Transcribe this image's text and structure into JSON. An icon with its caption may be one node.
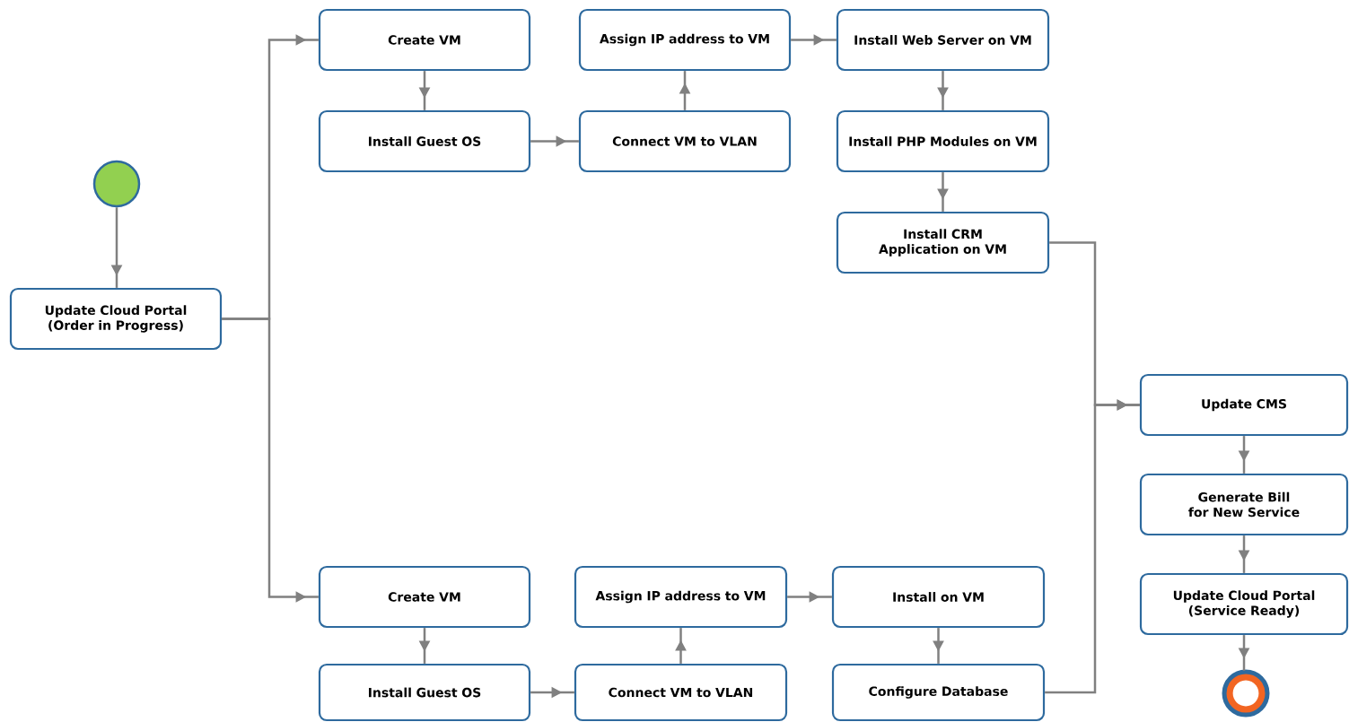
{
  "diagram": {
    "nodes": [
      {
        "text": [],
        "shape": "circle"
      },
      {
        "text": [
          "Update Cloud Portal (Order in Progress)"
        ]
      },
      {
        "text": [
          "Create VM"
        ]
      },
      {
        "text": [
          "Install Guest OS"
        ]
      },
      {
        "text": [
          "Assign IP address to VM"
        ]
      },
      {
        "text": [
          "Connect VM to VLAN"
        ]
      },
      {
        "text": [
          "Install Web Server on VM"
        ]
      },
      {
        "text": [
          "Install PHP Modules on VM"
        ]
      },
      {
        "text": [
          "Install CRM Application on VM"
        ]
      },
      {
        "text": [
          "Update CMS"
        ]
      },
      {
        "text": [
          "Generate Bill for New Service"
        ]
      },
      {
        "text": [
          "Update Cloud Portal (Service Ready)"
        ]
      },
      {
        "text": [],
        "shape": "circle"
      },
      {
        "text": [
          "Create VM"
        ]
      },
      {
        "text": [
          "Install Guest OS"
        ]
      },
      {
        "text": [
          "Assign IP address to VM"
        ]
      },
      {
        "text": [
          "Connect VM to VLAN"
        ]
      },
      {
        "text": [
          "Install on VM"
        ]
      },
      {
        "text": [
          "Configure Database"
        ]
      }
    ],
    "edges": [
      {
        "from": 0,
        "to": 1,
        "arrow": "to"
      },
      {
        "from": 1,
        "to": 2,
        "arrow": "to"
      },
      {
        "from": 1,
        "to": 13,
        "arrow": "to"
      },
      {
        "from": 2,
        "to": 3,
        "arrow": "to"
      },
      {
        "from": 3,
        "to": 5,
        "arrow": "to"
      },
      {
        "from": 5,
        "to": 4,
        "arrow": "to"
      },
      {
        "from": 4,
        "to": 6,
        "arrow": "to"
      },
      {
        "from": 6,
        "to": 7,
        "arrow": "to"
      },
      {
        "from": 7,
        "to": 8,
        "arrow": "to"
      },
      {
        "from": 8,
        "to": 9,
        "arrow": "to"
      },
      {
        "from": 18,
        "to": 9,
        "arrow": "to"
      },
      {
        "from": 9,
        "to": 10,
        "arrow": "to"
      },
      {
        "from": 10,
        "to": 11,
        "arrow": "to"
      },
      {
        "from": 11,
        "to": 12,
        "arrow": "to"
      },
      {
        "from": 13,
        "to": 14,
        "arrow": "to"
      },
      {
        "from": 14,
        "to": 16,
        "arrow": "to"
      },
      {
        "from": 16,
        "to": 15,
        "arrow": "to"
      },
      {
        "from": 15,
        "to": 17,
        "arrow": "to"
      },
      {
        "from": 17,
        "to": 18,
        "arrow": "to"
      }
    ]
  }
}
